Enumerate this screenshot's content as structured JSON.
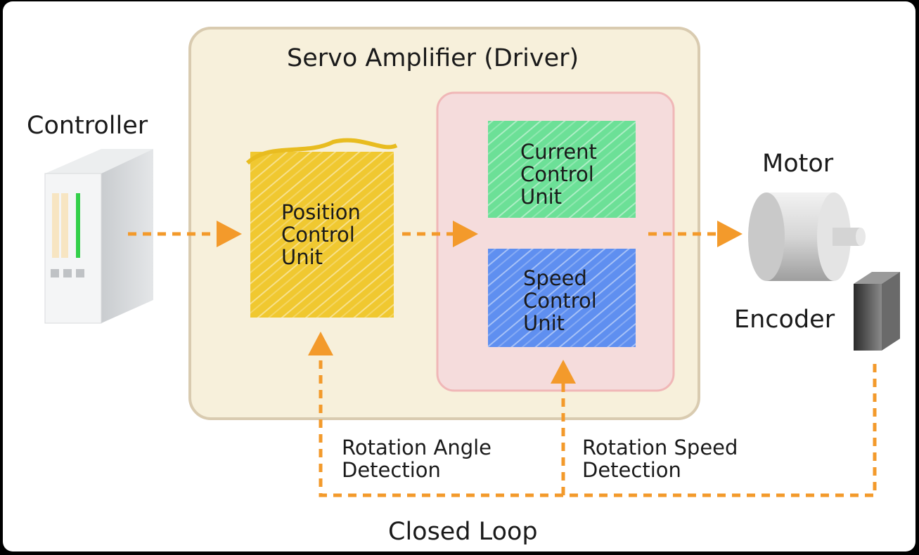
{
  "diagram": {
    "amplifier": {
      "title": "Servo Amplifier (Driver)"
    },
    "controller": {
      "label": "Controller"
    },
    "units": {
      "position": "Position\nControl\nUnit",
      "current": "Current\nControl\nUnit",
      "speed": "Speed\nControl\nUnit"
    },
    "motor": {
      "label": "Motor"
    },
    "encoder": {
      "label": "Encoder"
    },
    "feedback": {
      "angle": "Rotation Angle\nDetection",
      "speed": "Rotation Speed\nDetection"
    },
    "loop_label": "Closed Loop",
    "colors": {
      "arrow": "#f39a2b",
      "amplifier_fill": "#f7f0db",
      "amplifier_border": "#d9cbb0",
      "inner_fill": "#f5dcdc",
      "inner_border": "#f0b7b7",
      "position_unit": "#f0c830",
      "current_unit": "#6ce097",
      "speed_unit": "#5f8ff0"
    }
  }
}
